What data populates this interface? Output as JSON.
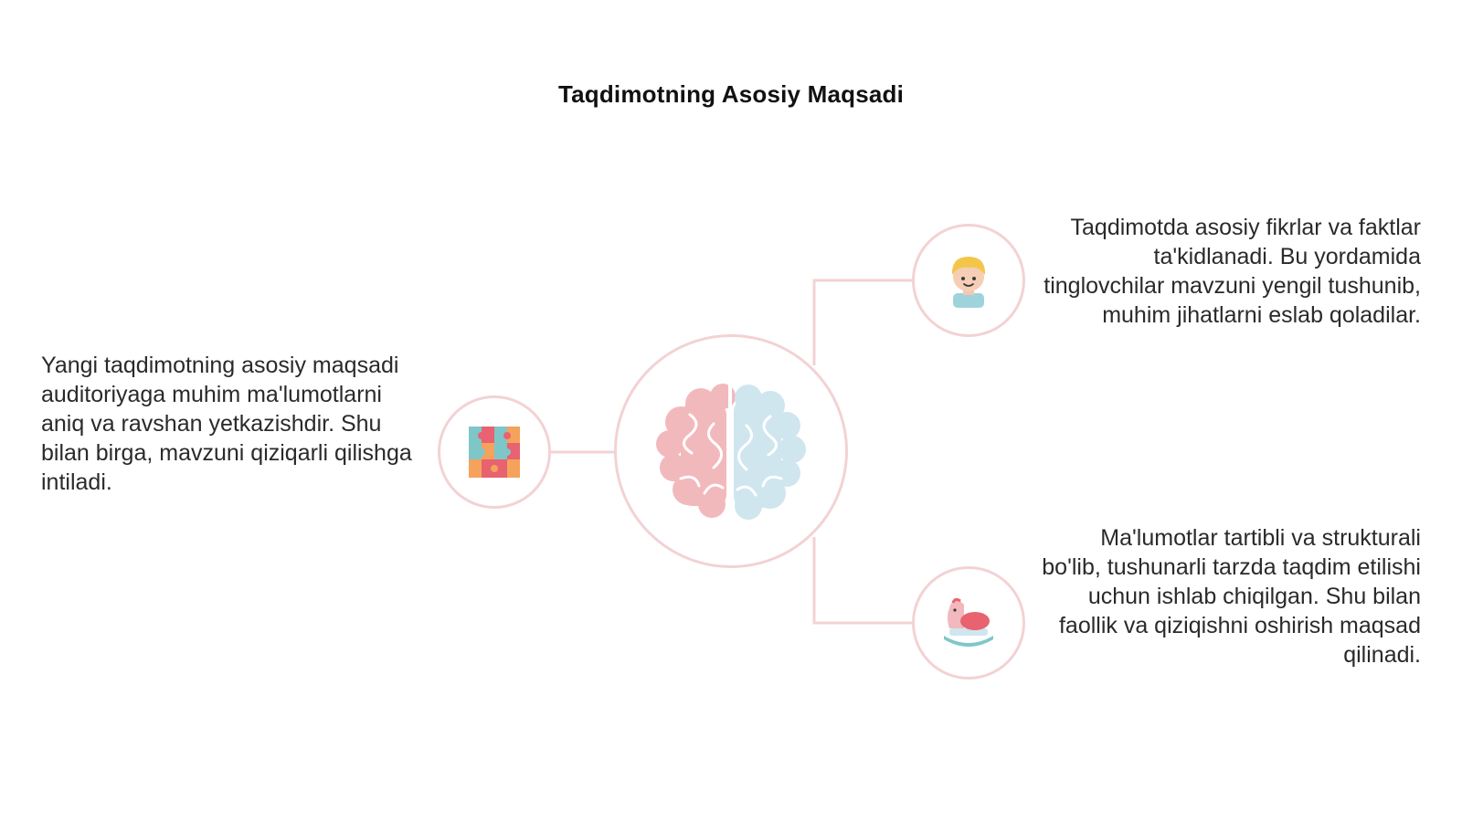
{
  "title": "Taqdimotning Asosiy Maqsadi",
  "nodes": {
    "left": {
      "text": "Yangi taqdimotning asosiy maqsadi auditoriyaga muhim ma'lumotlarni aniq va ravshan yetkazishdir. Shu bilan birga, mavzuni qiziqarli qilishga intiladi.",
      "icon": "puzzle-icon"
    },
    "top_right": {
      "text": "Taqdimotda asosiy fikrlar va faktlar ta'kidlanadi. Bu yordamida tinglovchilar mavzuni yengil tushunib, muhim jihatlarni eslab qoladilar.",
      "icon": "child-face-icon"
    },
    "bottom_right": {
      "text": "Ma'lumotlar tartibli va strukturali bo'lib, tushunarli tarzda taqdim etilishi uchun ishlab chiqilgan. Shu bilan faollik va qiziqishni oshirish maqsad qilinadi.",
      "icon": "rocking-horse-icon"
    },
    "center": {
      "icon": "brain-icon"
    }
  },
  "colors": {
    "connector": "#f3d2d4",
    "brain_left": "#f2b9bd",
    "brain_right": "#cfe6ef",
    "accent_red": "#e8626f",
    "accent_teal": "#7fc6c9",
    "accent_orange": "#f5a25d"
  }
}
